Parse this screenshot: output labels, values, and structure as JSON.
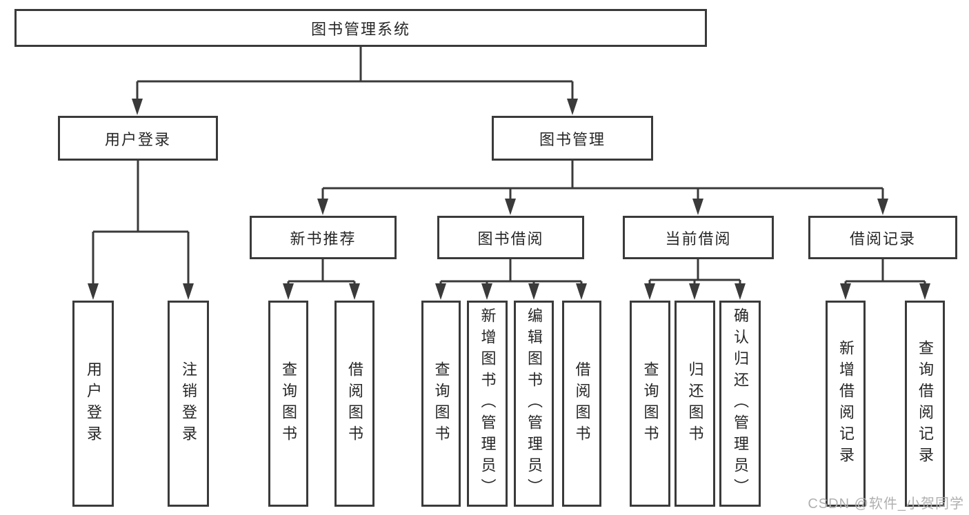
{
  "tree": {
    "label": "图书管理系统",
    "children": [
      {
        "label": "用户登录",
        "children": [
          {
            "label": "用户登录"
          },
          {
            "label": "注销登录"
          }
        ]
      },
      {
        "label": "图书管理",
        "children": [
          {
            "label": "新书推荐",
            "children": [
              {
                "label": "查询图书"
              },
              {
                "label": "借阅图书"
              }
            ]
          },
          {
            "label": "图书借阅",
            "children": [
              {
                "label": "查询图书"
              },
              {
                "label": "新增图书（管理员）"
              },
              {
                "label": "编辑图书（管理员）"
              },
              {
                "label": "借阅图书"
              }
            ]
          },
          {
            "label": "当前借阅",
            "children": [
              {
                "label": "查询图书"
              },
              {
                "label": "归还图书"
              },
              {
                "label": "确认归还（管理员）"
              }
            ]
          },
          {
            "label": "借阅记录",
            "children": [
              {
                "label": "新增借阅记录"
              },
              {
                "label": "查询借阅记录"
              }
            ]
          }
        ]
      }
    ]
  },
  "watermark": {
    "text": "CSDN @软件_小贺同学"
  },
  "colors": {
    "line": "#3a3a3a",
    "box_border": "#3a3a3a",
    "text": "#262626",
    "watermark": "#b0b0b0",
    "background": "#ffffff"
  }
}
